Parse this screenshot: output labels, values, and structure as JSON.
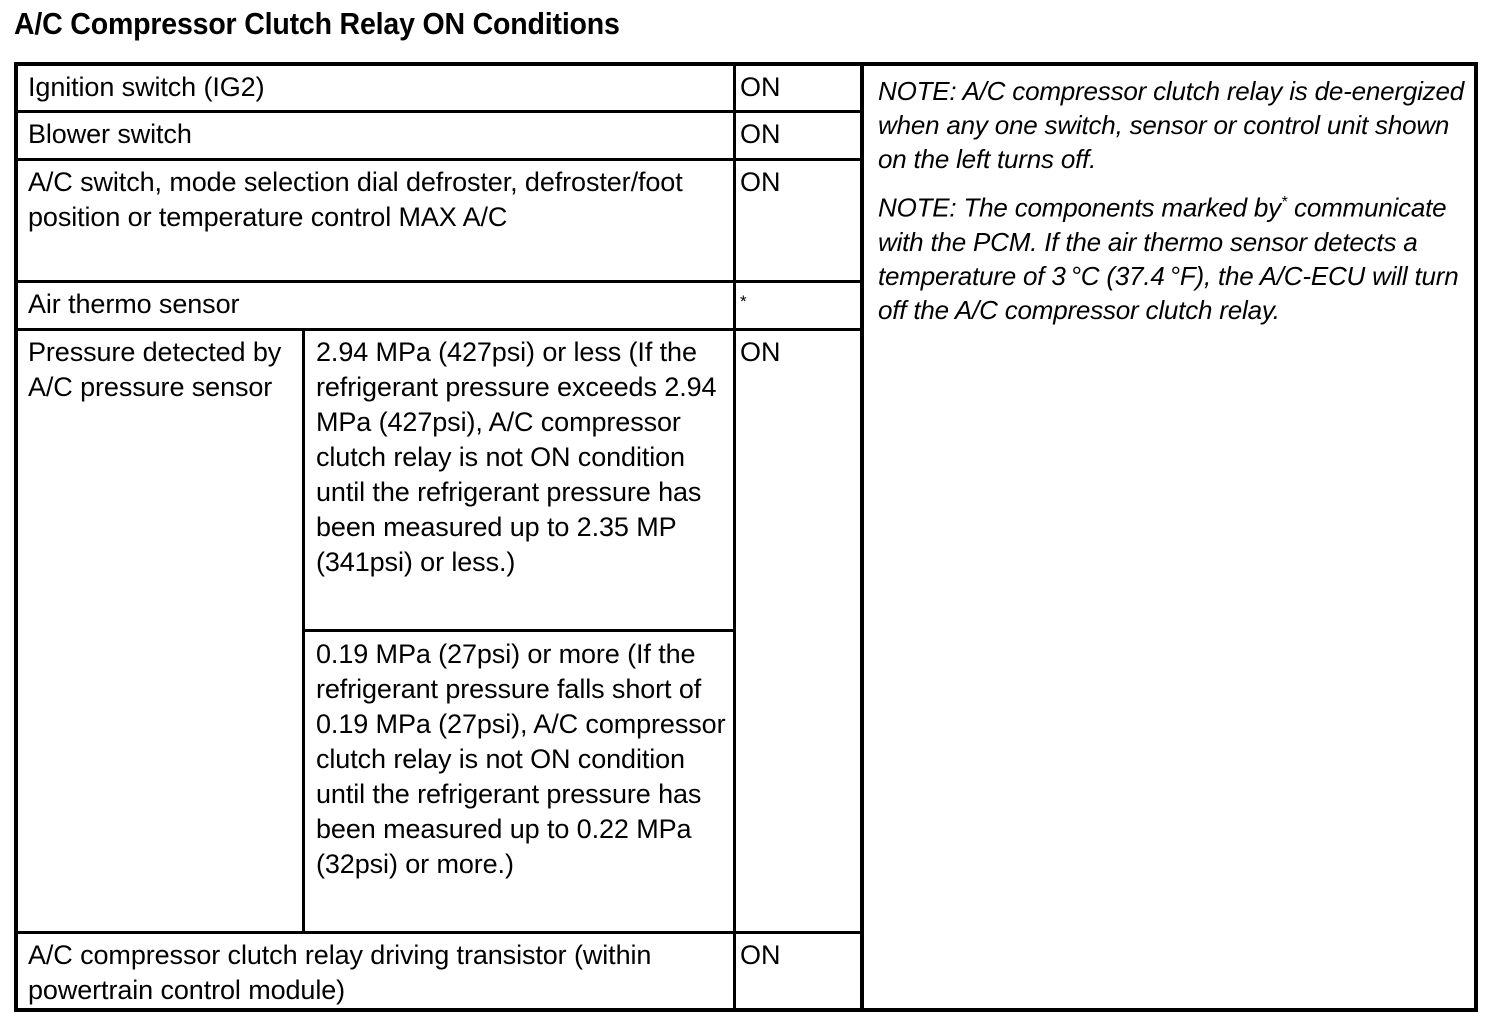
{
  "title": "A/C Compressor Clutch Relay ON Conditions",
  "table": {
    "rows": [
      {
        "condition": "Ignition switch (IG2)",
        "state": "ON",
        "state_type": "text"
      },
      {
        "condition": "Blower switch",
        "state": "ON",
        "state_type": "text"
      },
      {
        "condition": "A/C switch, mode selection dial defroster, defroster/foot position or temperature control MAX A/C",
        "state": "ON",
        "state_type": "text"
      },
      {
        "condition": "Air thermo sensor",
        "state": "*",
        "state_type": "asterisk"
      },
      {
        "condition": "Pressure detected by A/C pressure sensor",
        "state": "ON",
        "state_type": "text",
        "sub_conditions": [
          "2.94 MPa (427psi) or less (If the refrigerant pressure exceeds 2.94 MPa (427psi), A/C compressor clutch relay is not ON condition until the refrigerant pressure has been measured up to 2.35 MP (341psi) or less.)",
          "0.19 MPa (27psi) or more (If the refrigerant pressure falls short of 0.19 MPa (27psi), A/C compressor clutch relay is not ON condition until the refrigerant pressure has been measured up to 0.22 MPa (32psi) or more.)"
        ]
      },
      {
        "condition": "A/C compressor clutch relay driving transistor (within powertrain control module)",
        "state": "ON",
        "state_type": "text"
      }
    ]
  },
  "notes": {
    "note1": "NOTE: A/C compressor clutch relay is de-energized when any one switch, sensor or control unit shown on the left turns off.",
    "note2_part1": "NOTE:  The components marked by",
    "note2_marker": "*",
    "note2_part2": "communicate with the PCM. If the air thermo sensor detects a temperature of 3 °C (37.4 °F), the A/C-ECU will turn off the A/C compressor clutch relay."
  }
}
